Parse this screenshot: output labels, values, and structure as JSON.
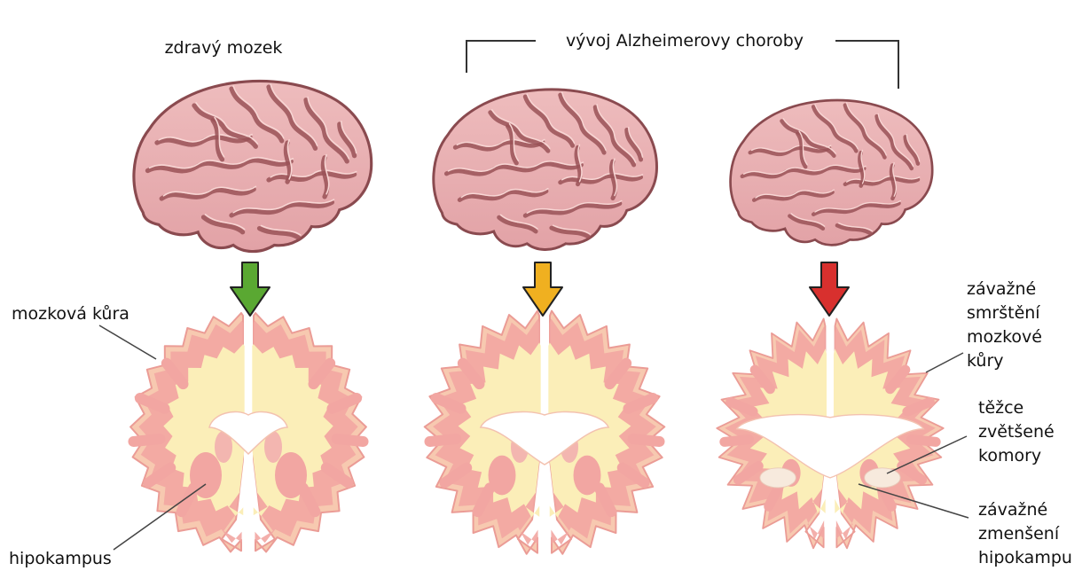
{
  "labels": {
    "healthy": "zdravý mozek",
    "alzheimer": "vývoj Alzheimerovy choroby",
    "cortex": "mozková kůra",
    "hippocampus": "hipokampus",
    "severe_cortex": "závažné\nsmrštění\nmozkové\nkůry",
    "ventricles": "těžce\nzvětšené\nkomory",
    "severe_hippocampus": "závažné\nzmenšení\nhipokampu"
  },
  "arrows": {
    "healthy": "#5aa832",
    "moderate": "#f0b020",
    "severe": "#d8302e"
  },
  "colors": {
    "brain_fill": "#e9aeb0",
    "brain_stroke": "#8a4a4f",
    "gyrus_line": "#9a5257",
    "section_pink": "#f2a6a2",
    "section_white": "#fbeeb8",
    "section_edge": "#f7c9b0",
    "ventricle": "#ffffff"
  },
  "severity_scale": [
    1.0,
    0.94,
    0.85
  ]
}
